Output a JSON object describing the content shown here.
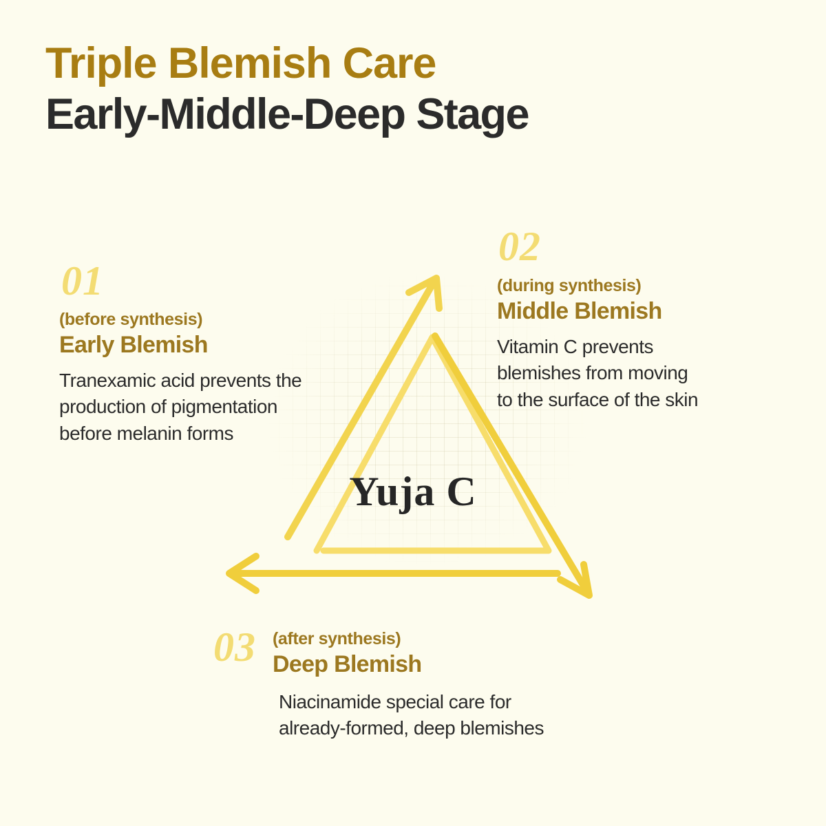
{
  "header": {
    "title_line1": "Triple Blemish Care",
    "title_line2": "Early-Middle-Deep Stage",
    "gold_color": "#A87D12",
    "dark_color": "#2B2B2B"
  },
  "brand": {
    "mark": "Yuja C"
  },
  "theme": {
    "background": "#FDFCEE",
    "gold": "#9C7820",
    "light_yellow": "#F3DC73",
    "arrow_yellow": "#F0CE3C",
    "inner_triangle": "#F7DD6B",
    "body_text": "#2B2B2B"
  },
  "stages": [
    {
      "number": "01",
      "timing": "(before synthesis)",
      "name": "Early Blemish",
      "description": "Tranexamic acid prevents the\nproduction of pigmentation\nbefore melanin forms"
    },
    {
      "number": "02",
      "timing": "(during synthesis)",
      "name": "Middle Blemish",
      "description": "Vitamin C prevents\nblemishes from moving\nto the surface of the skin"
    },
    {
      "number": "03",
      "timing": "(after synthesis)",
      "name": "Deep Blemish",
      "description": "Niacinamide special care for\nalready-formed, deep blemishes"
    }
  ],
  "diagram": {
    "type": "cycle-triangle",
    "arrows": [
      {
        "name": "arrow-up-left-side",
        "from": "deep-stage",
        "to": "early-stage",
        "direction": "up-right"
      },
      {
        "name": "arrow-down-right-side",
        "from": "early-stage",
        "to": "middle-stage",
        "direction": "down-right"
      },
      {
        "name": "arrow-left-bottom-side",
        "from": "middle-stage",
        "to": "deep-stage",
        "direction": "left"
      }
    ],
    "inner_shape": "triangle-outline"
  }
}
